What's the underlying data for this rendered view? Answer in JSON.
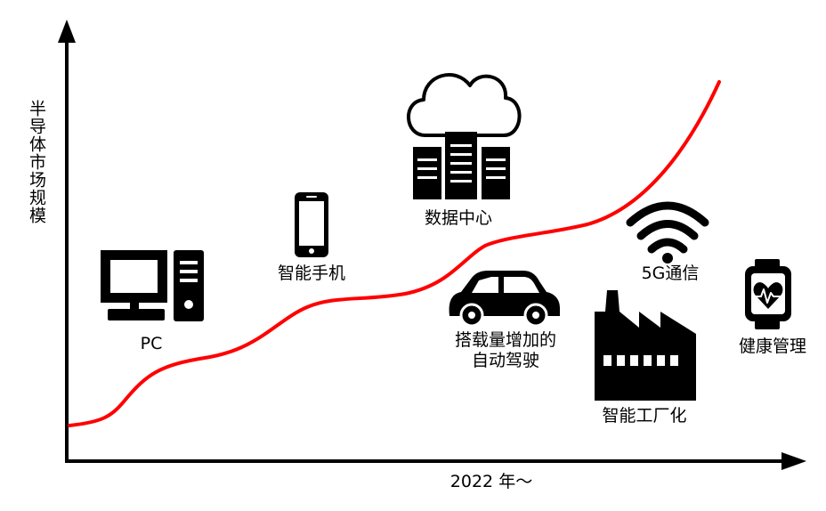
{
  "axes": {
    "y_label": "半导体市场规模",
    "x_label": "2022 年～"
  },
  "curve": {
    "color": "#ff0000"
  },
  "applications": [
    {
      "id": "pc",
      "label": "PC",
      "icon": "desktop-computer-icon"
    },
    {
      "id": "smartphone",
      "label": "智能手机",
      "icon": "smartphone-icon"
    },
    {
      "id": "datacenter",
      "label": "数据中心",
      "icon": "cloud-server-icon"
    },
    {
      "id": "car",
      "label": "搭载量增加的\n自动驾驶",
      "icon": "car-icon"
    },
    {
      "id": "5g",
      "label": "5G通信",
      "icon": "wifi-signal-icon"
    },
    {
      "id": "factory",
      "label": "智能工厂化",
      "icon": "factory-icon"
    },
    {
      "id": "health",
      "label": "健康管理",
      "icon": "smartwatch-heart-icon"
    }
  ]
}
